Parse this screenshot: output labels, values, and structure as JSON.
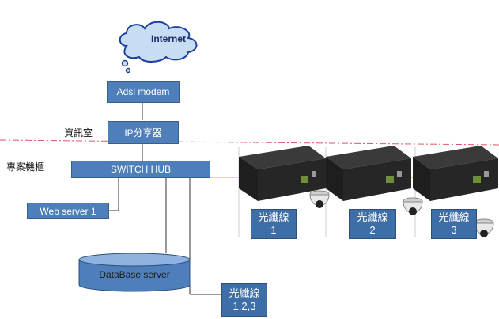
{
  "nodes": {
    "internet": "Internet",
    "modem": "Adsl modem",
    "room_label": "資訊室",
    "ip_sharer": "IP分享器",
    "project_cabinet_label": "專案機櫃",
    "switch": "SWITCH HUB",
    "web_server": "Web server 1",
    "database": "DataBase server",
    "fiber_bottom": "光纖線\n1,2,3",
    "fiber_1": "光纖線\n1",
    "fiber_2": "光纖線\n2",
    "fiber_3": "光纖線\n3"
  },
  "icons": [
    "media-converter-icon",
    "dome-camera-icon",
    "cloud-icon",
    "database-cylinder-icon"
  ],
  "colors": {
    "box_fill": "#4e7fbb",
    "box_border": "#3a5f8c",
    "cloud_fill": "#c7ddf4",
    "cloud_border": "#1f3f9a",
    "divider": "#e05566",
    "link_line": "#333333",
    "fiber_line": "#d8d84a"
  }
}
